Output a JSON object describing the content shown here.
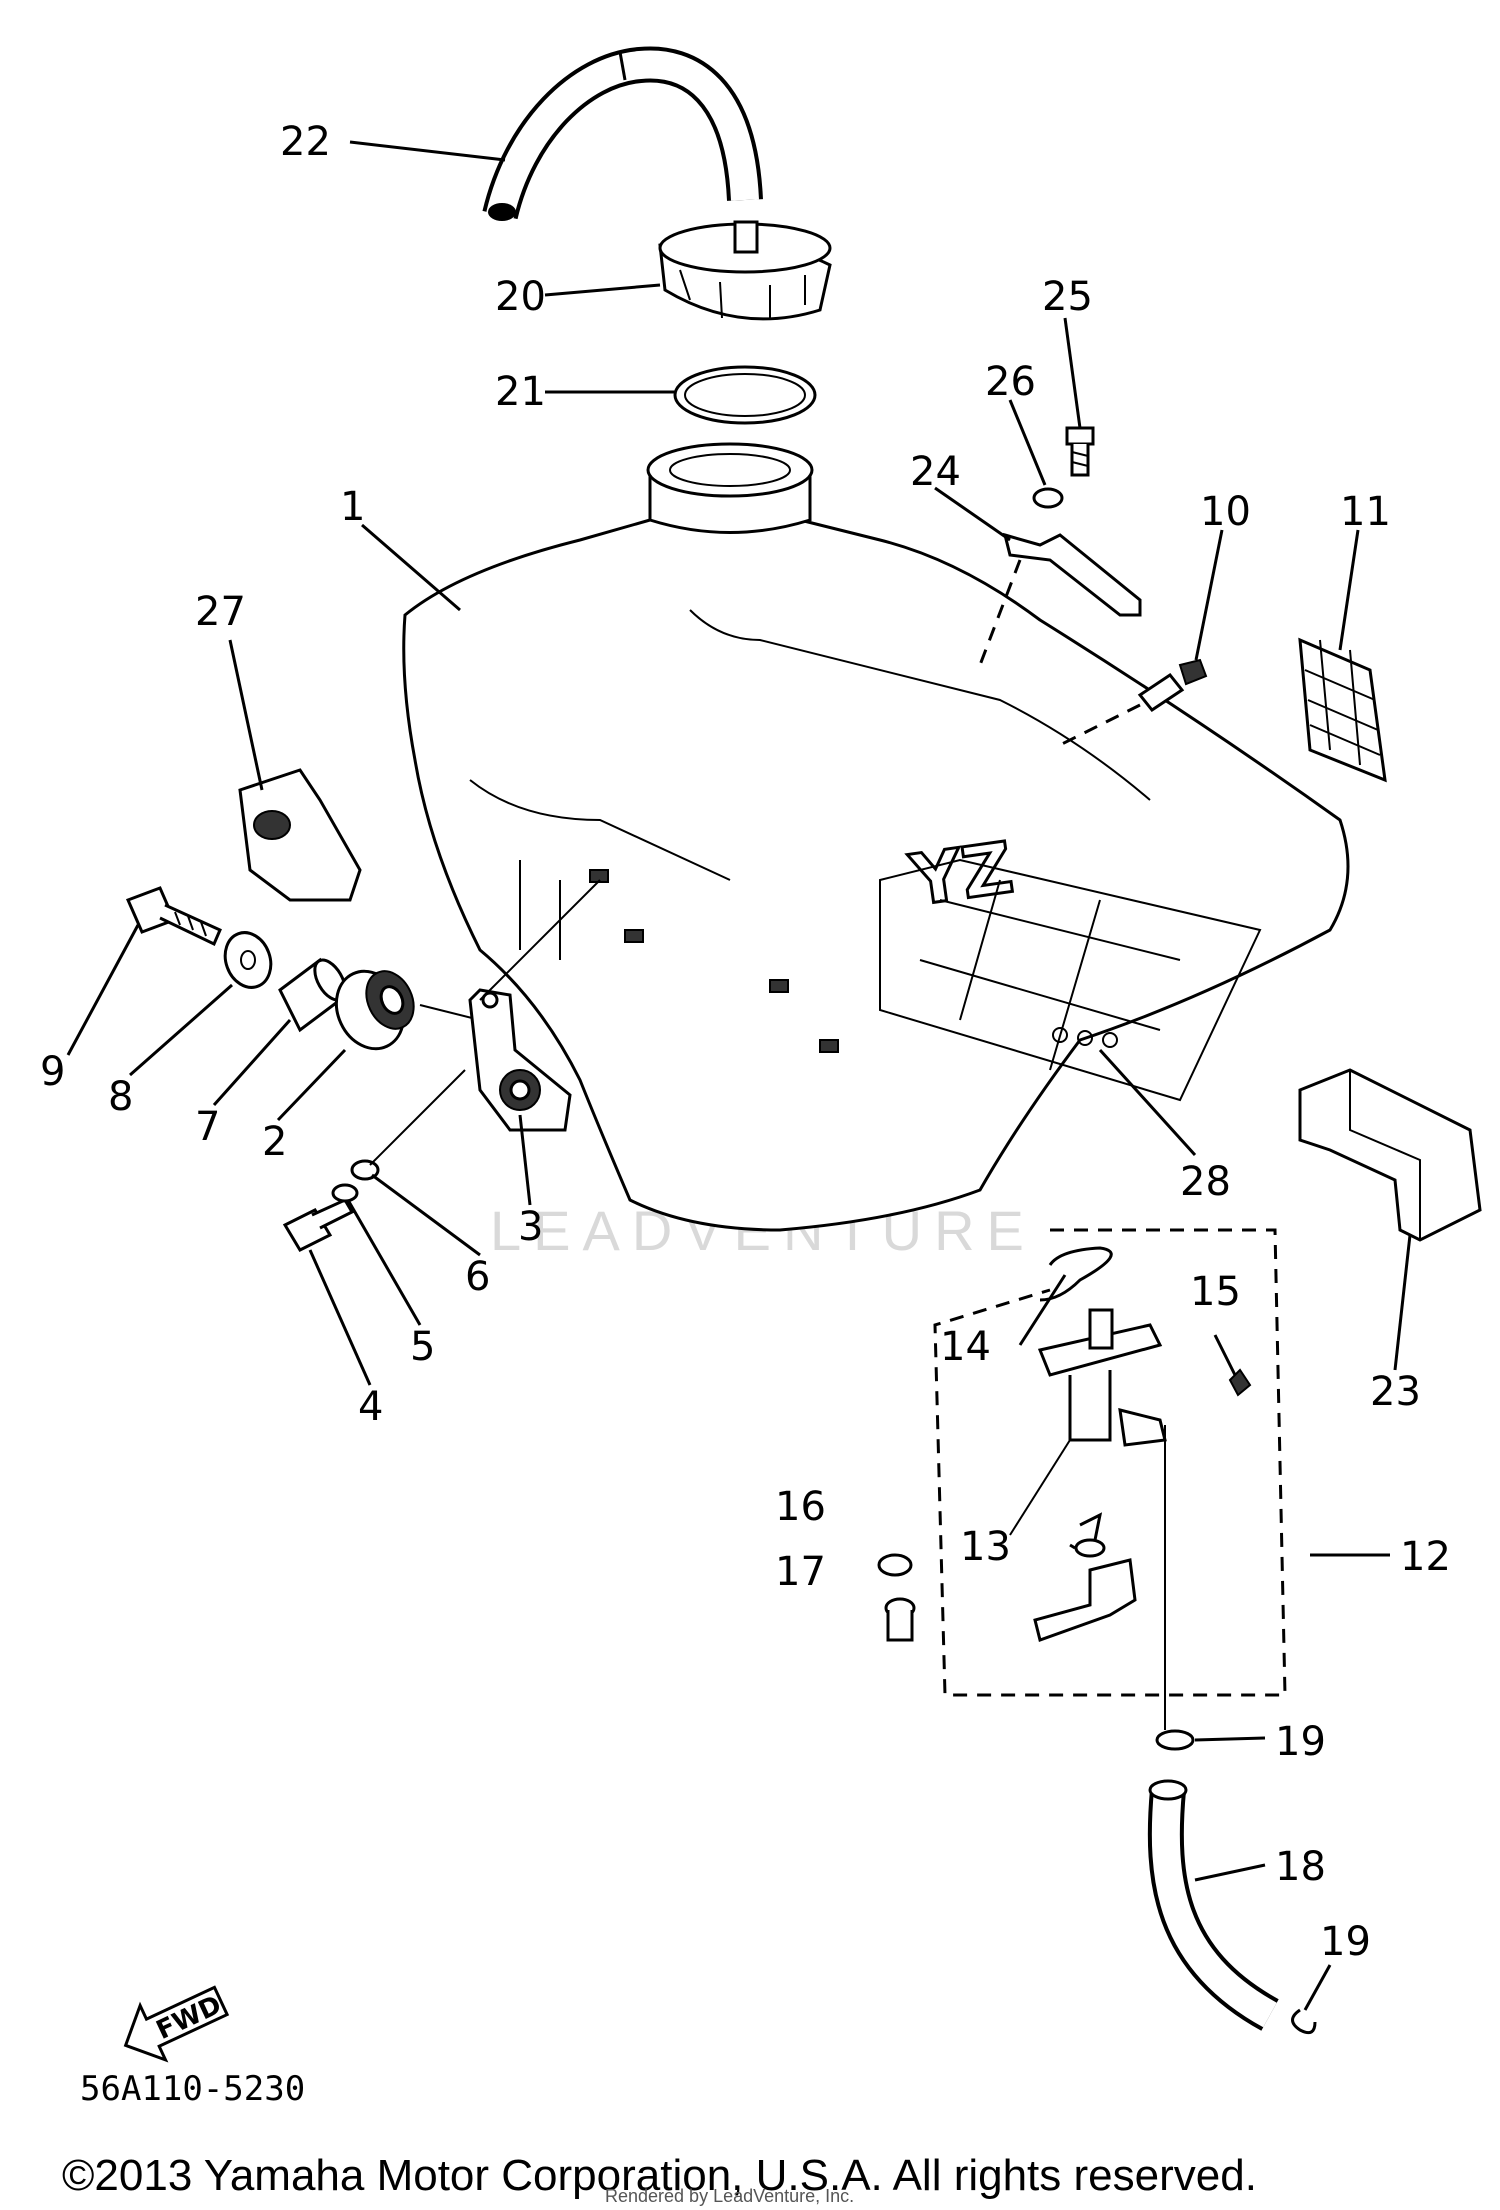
{
  "diagram": {
    "callouts": [
      "1",
      "2",
      "3",
      "4",
      "5",
      "6",
      "7",
      "8",
      "9",
      "10",
      "11",
      "12",
      "13",
      "14",
      "15",
      "16",
      "17",
      "18",
      "19",
      "19",
      "20",
      "21",
      "22",
      "23",
      "24",
      "25",
      "26",
      "27",
      "28"
    ],
    "part_code": "56A110-5230",
    "direction_label": "FWD",
    "tank_logo": "YZ",
    "watermark": "LEADVENTURE",
    "copyright": "©2013 Yamaha Motor Corporation, U.S.A. All rights reserved.",
    "rendered_by": "Rendered by LeadVenture, Inc."
  }
}
